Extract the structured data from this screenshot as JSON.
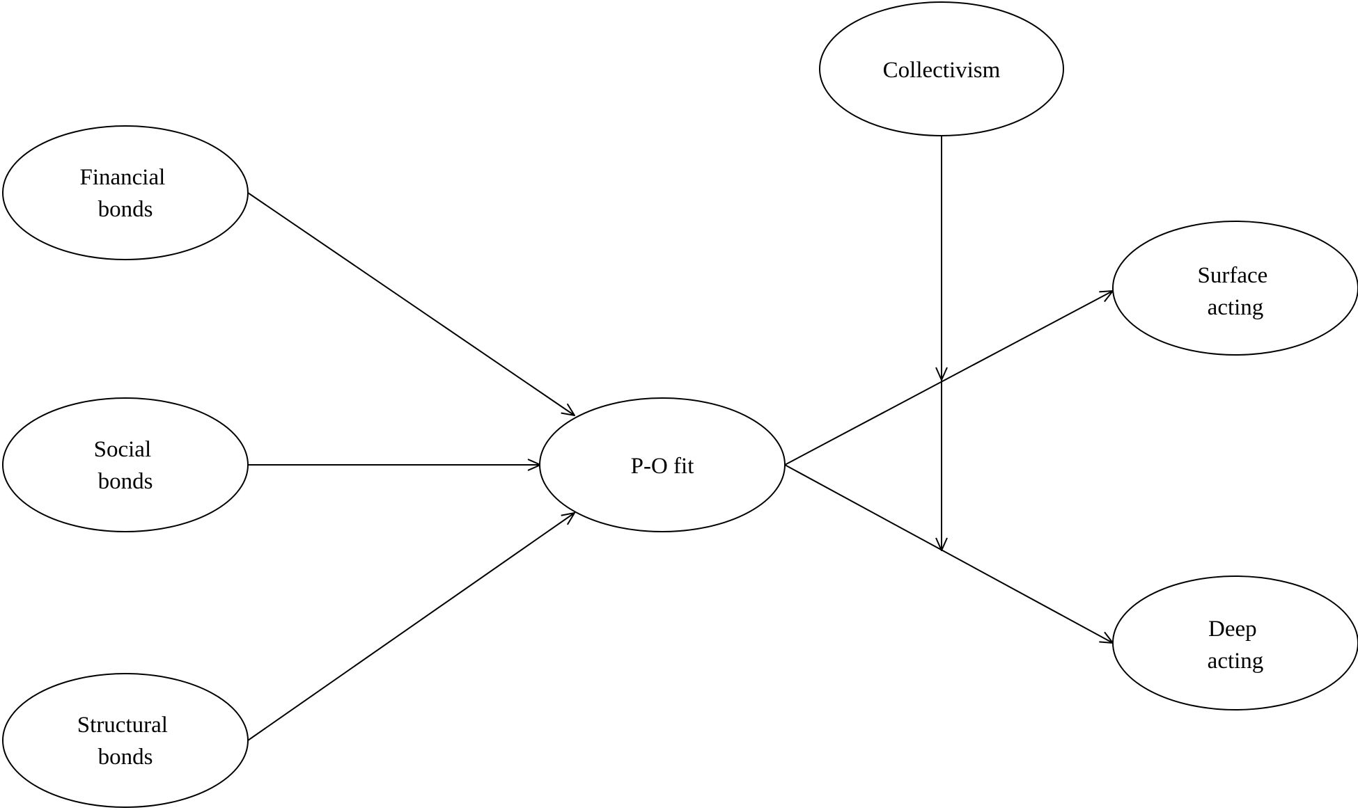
{
  "diagram": {
    "type": "path-model",
    "nodes": [
      {
        "id": "collectivism",
        "lines": [
          "Collectivism"
        ]
      },
      {
        "id": "financial",
        "lines": [
          "Financial",
          "bonds"
        ]
      },
      {
        "id": "social",
        "lines": [
          "Social",
          "bonds"
        ]
      },
      {
        "id": "structural",
        "lines": [
          "Structural",
          "bonds"
        ]
      },
      {
        "id": "pofit",
        "lines": [
          "P-O fit"
        ]
      },
      {
        "id": "surface",
        "lines": [
          "Surface",
          "acting"
        ]
      },
      {
        "id": "deep",
        "lines": [
          "Deep",
          "acting"
        ]
      }
    ],
    "edges": [
      {
        "from": "financial",
        "to": "pofit"
      },
      {
        "from": "social",
        "to": "pofit"
      },
      {
        "from": "structural",
        "to": "pofit"
      },
      {
        "from": "pofit",
        "to": "surface"
      },
      {
        "from": "pofit",
        "to": "deep"
      },
      {
        "from": "collectivism",
        "to": "edge:pofit-surface"
      },
      {
        "from": "collectivism",
        "to": "edge:pofit-deep"
      }
    ],
    "colors": {
      "stroke": "#000000",
      "background": "#ffffff"
    }
  }
}
